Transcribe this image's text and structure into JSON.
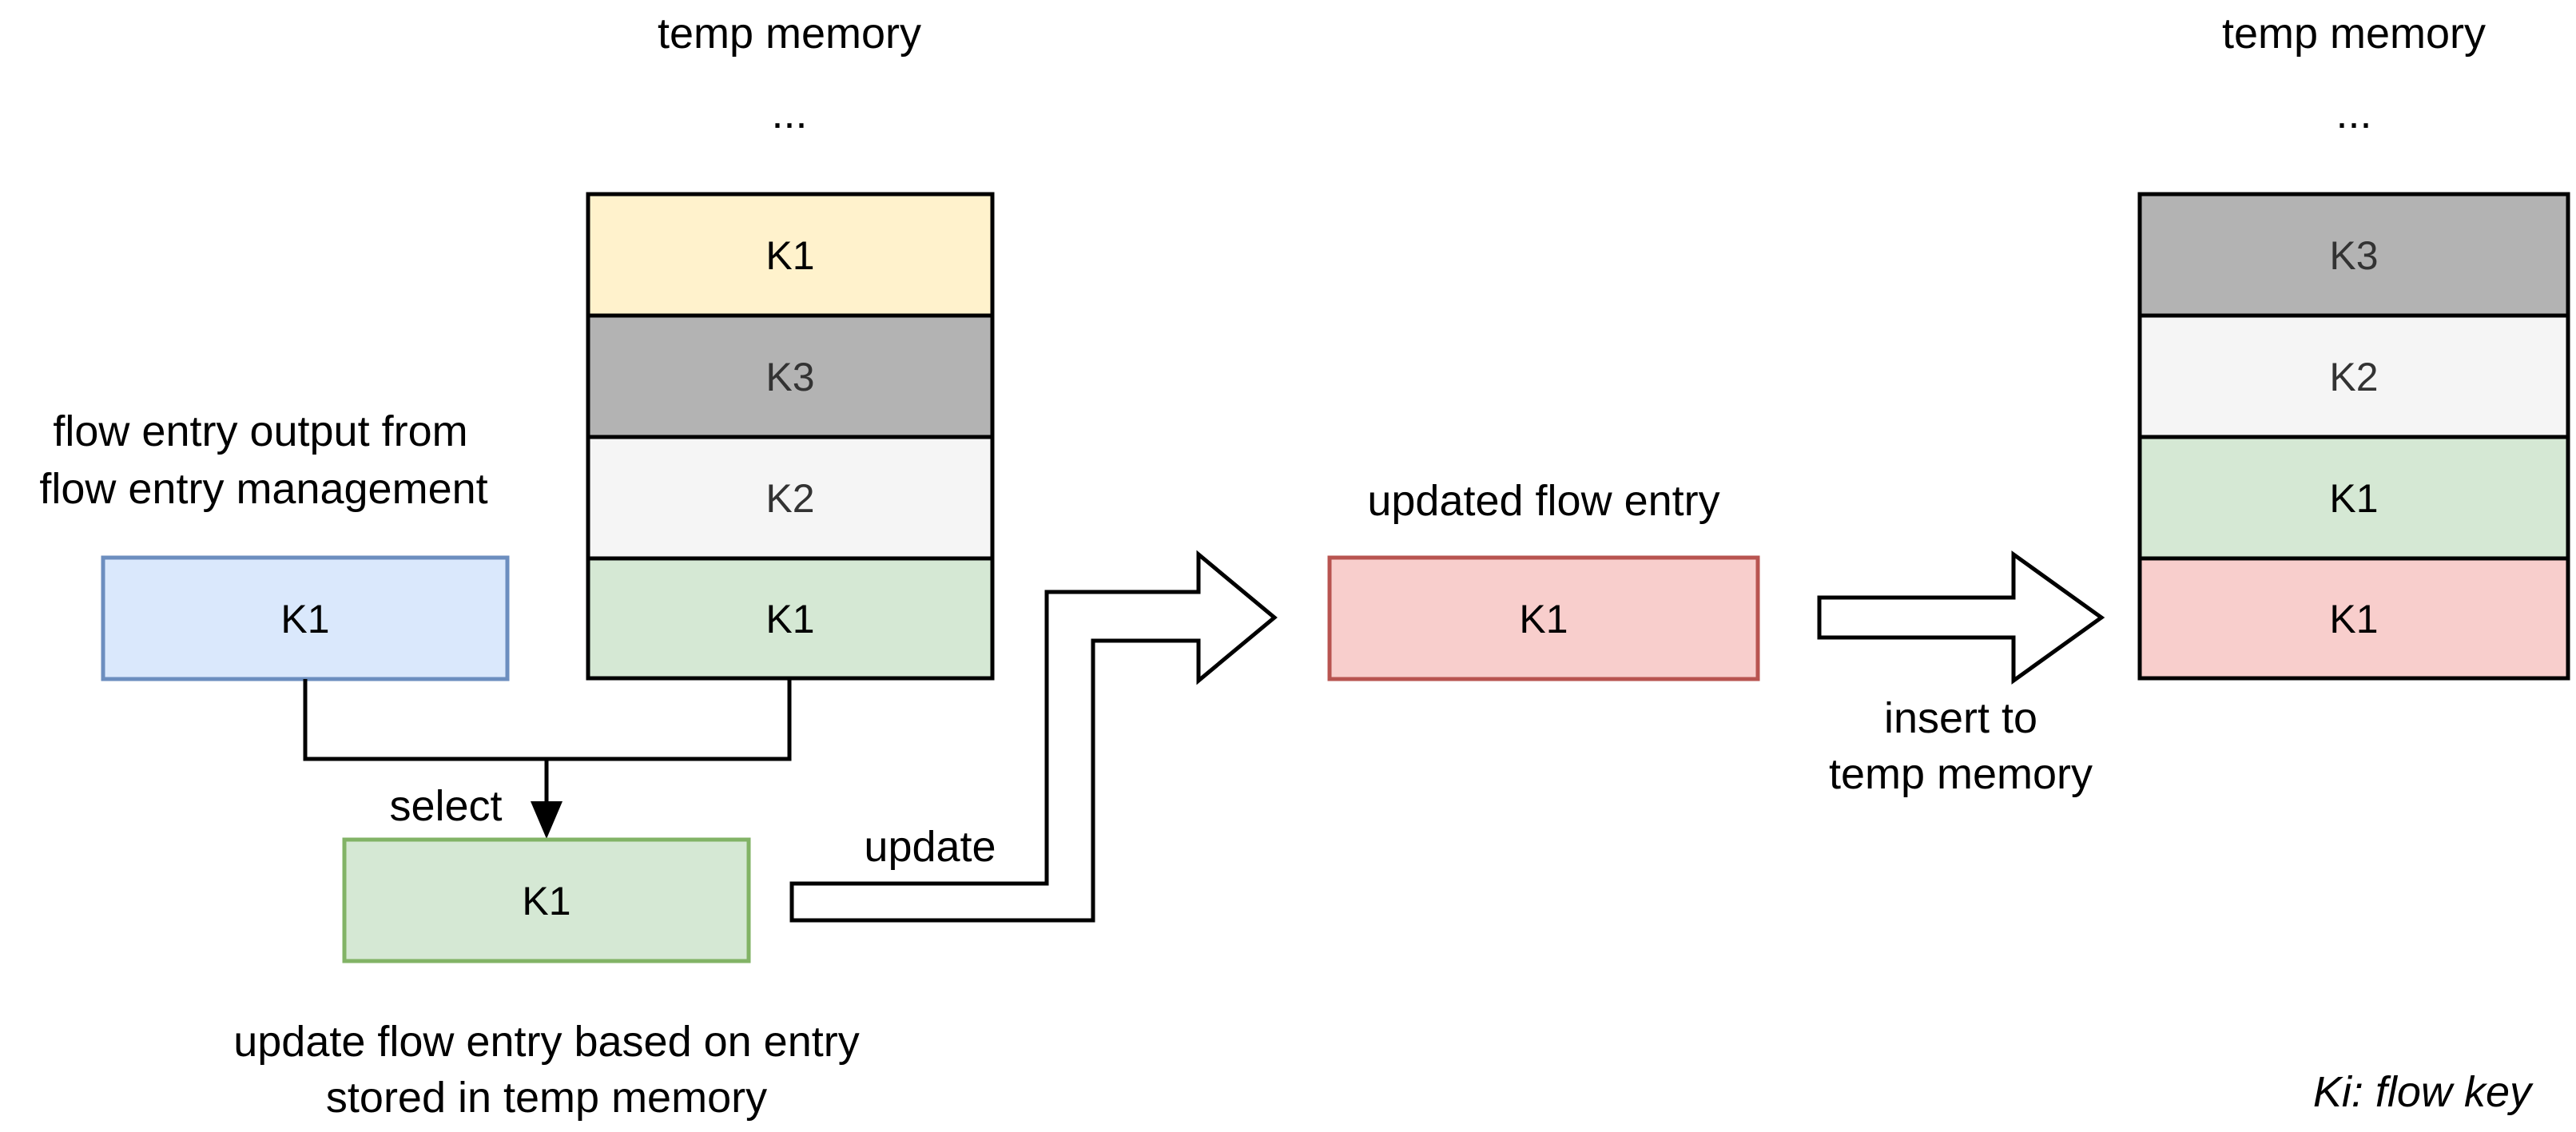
{
  "colors": {
    "blue_fill": "#dae8fc",
    "blue_stroke": "#6c8ebf",
    "green_fill": "#d5e8d4",
    "green_stroke": "#82b366",
    "yellow_fill": "#fff2cc",
    "dark_gray_fill": "#b3b3b3",
    "light_gray_fill": "#f5f5f5",
    "red_fill": "#f8cecc",
    "red_stroke": "#b85450",
    "line": "#000000"
  },
  "labels": {
    "temp_memory_left": "temp memory",
    "ellipsis_left": "...",
    "temp_memory_right": "temp memory",
    "ellipsis_right": "...",
    "flow_entry_output_line1": "flow entry output from",
    "flow_entry_output_line2": "flow entry management",
    "select": "select",
    "update": "update",
    "update_desc_line1": "update flow entry based on entry",
    "update_desc_line2": "stored in temp memory",
    "updated_flow_entry": "updated flow entry",
    "insert_line1": "insert to",
    "insert_line2": "temp memory",
    "legend": "Ki: flow key"
  },
  "input_entry": {
    "key": "K1"
  },
  "temp_memory_before": [
    {
      "key": "K1",
      "color": "yellow"
    },
    {
      "key": "K3",
      "color": "dark_gray"
    },
    {
      "key": "K2",
      "color": "light_gray"
    },
    {
      "key": "K1",
      "color": "green"
    }
  ],
  "selected_entry": {
    "key": "K1"
  },
  "updated_entry": {
    "key": "K1"
  },
  "temp_memory_after": [
    {
      "key": "K3",
      "color": "dark_gray"
    },
    {
      "key": "K2",
      "color": "light_gray"
    },
    {
      "key": "K1",
      "color": "green"
    },
    {
      "key": "K1",
      "color": "red"
    }
  ]
}
